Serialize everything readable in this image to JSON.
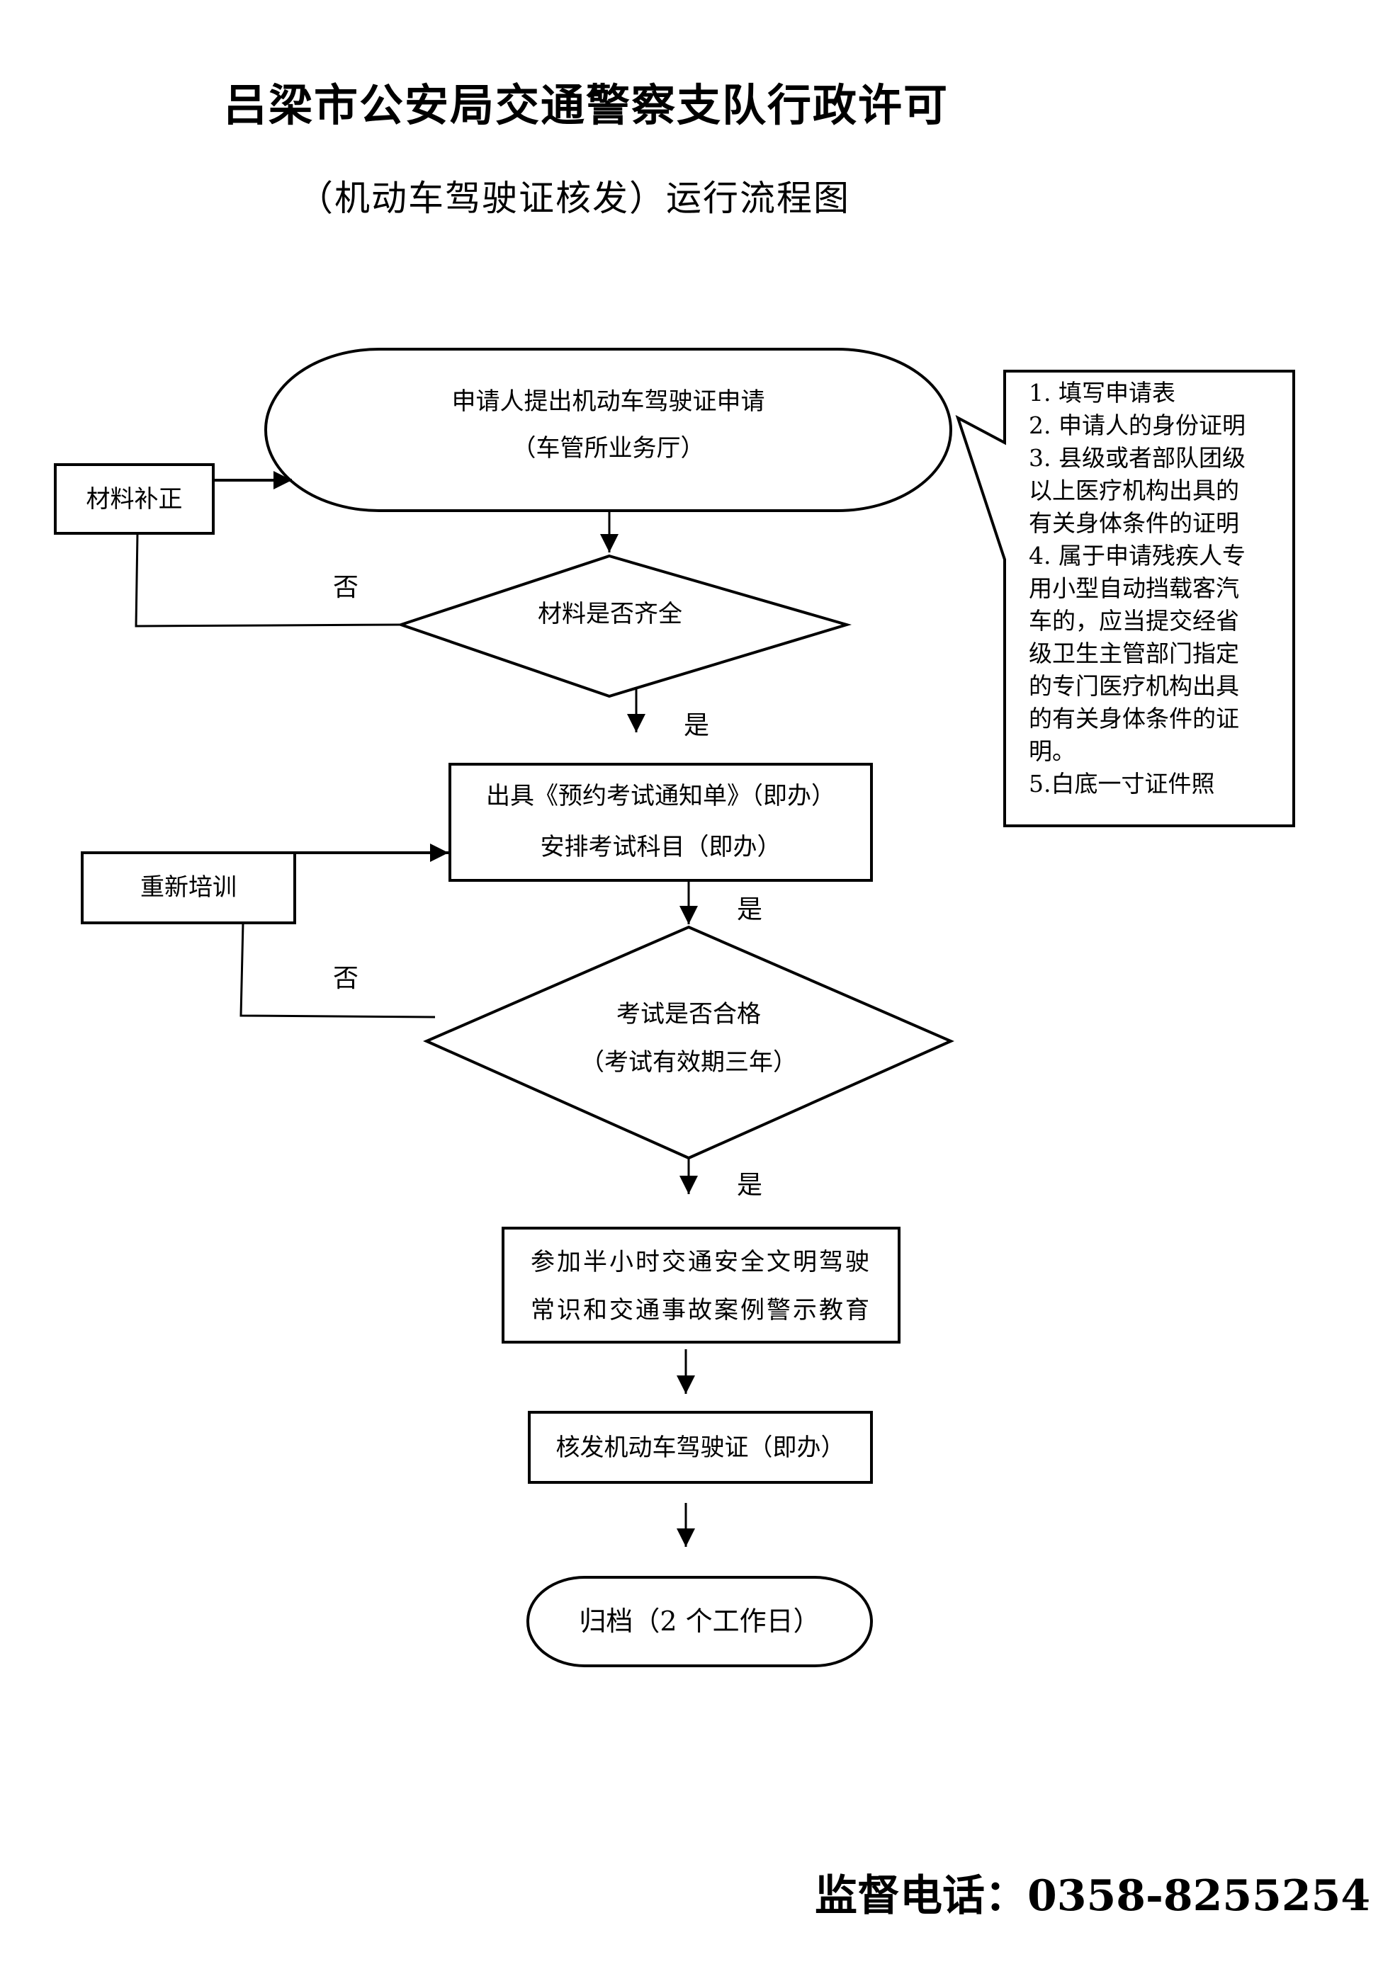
{
  "document": {
    "title": "吕梁市公安局交通警察支队行政许可",
    "subtitle": "（机动车驾驶证核发）运行流程图"
  },
  "flowchart": {
    "start": {
      "line1": "申请人提出机动车驾驶证申请",
      "line2": "（车管所业务厅）"
    },
    "supplement_box": "材料补正",
    "decision_materials": "材料是否齐全",
    "issue_box": {
      "line1": "出具《预约考试通知单》（即办）",
      "line2": "安排考试科目（即办）"
    },
    "retrain_box": "重新培训",
    "decision_exam": {
      "line1": "考试是否合格",
      "line2": "（考试有效期三年）"
    },
    "education_box": {
      "line1": "参加半小时交通安全文明驾驶",
      "line2": "常识和交通事故案例警示教育"
    },
    "license_box": "核发机动车驾驶证（即办）",
    "end": "归档（2 个工作日）",
    "labels": {
      "no_1": "否",
      "yes_1": "是",
      "yes_2": "是",
      "no_2": "否",
      "yes_3": "是"
    }
  },
  "callout": {
    "lines": [
      "1. 填写申请表",
      "2. 申请人的身份证明",
      "3. 县级或者部队团级",
      "以上医疗机构出具的",
      "有关身体条件的证明",
      "4. 属于申请残疾人专",
      "用小型自动挡载客汽",
      "车的，应当提交经省",
      "级卫生主管部门指定",
      "的专门医疗机构出具",
      "的有关身体条件的证",
      "明。",
      "5.白底一寸证件照"
    ]
  },
  "footer": {
    "label": "监督电话：",
    "phone": "0358-8255254"
  }
}
